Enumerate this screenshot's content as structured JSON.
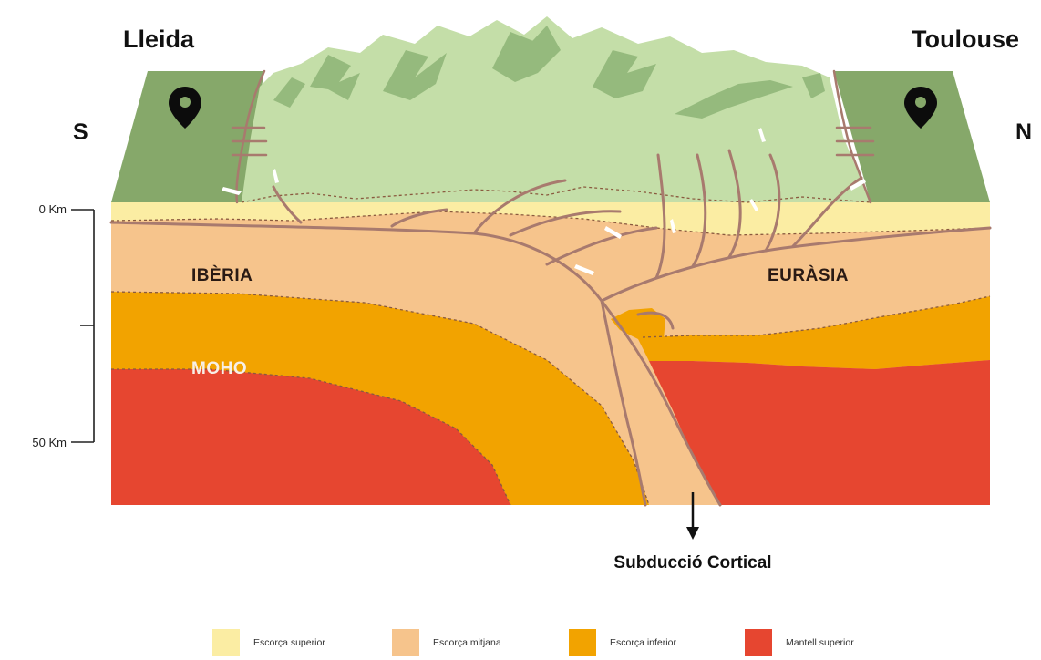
{
  "cities": {
    "west": "Lleida",
    "east": "Toulouse"
  },
  "directions": {
    "south": "S",
    "north": "N"
  },
  "depth_scale": {
    "top": "0 Km",
    "bottom": "50 Km"
  },
  "plates": {
    "iberia": "IBÈRIA",
    "eurasia": "EURÀSIA"
  },
  "moho_label": "MOHO",
  "subduction_label": "Subducció Cortical",
  "legend": [
    {
      "label": "Escorça superior",
      "color": "#fbeda3"
    },
    {
      "label": "Escorça mitjana",
      "color": "#f6c48c"
    },
    {
      "label": "Escorça inferior",
      "color": "#f2a300"
    },
    {
      "label": "Mantell superior",
      "color": "#e64630"
    }
  ],
  "colors": {
    "mountains": "#c4dea8",
    "mountain_peaks": "#95ba7d",
    "foreland": "#86a86a",
    "upper_crust": "#fbeda3",
    "middle_crust": "#f6c48c",
    "lower_crust": "#f2a300",
    "upper_mantle": "#e64630",
    "faults": "#a87a6e"
  }
}
